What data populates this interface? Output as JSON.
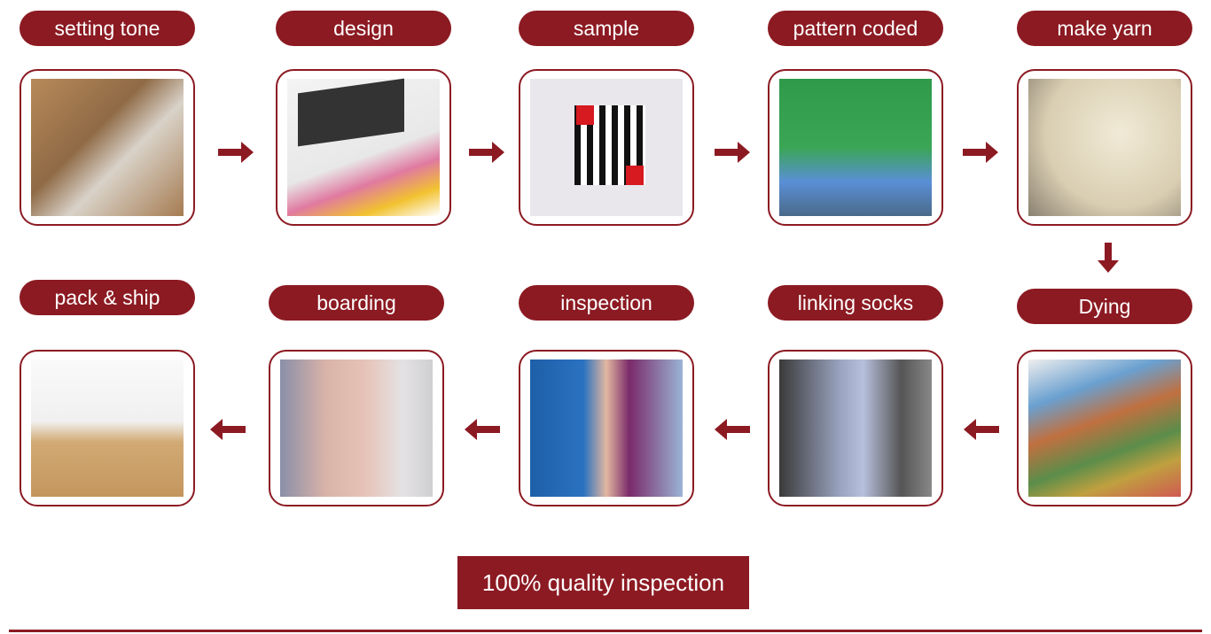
{
  "accent_color": "#8c1a22",
  "steps": [
    {
      "label": "setting tone",
      "image": "office-desk-photo"
    },
    {
      "label": "design",
      "image": "laptop-color-swatch-photo"
    },
    {
      "label": "sample",
      "image": "striped-socks-illustration"
    },
    {
      "label": "pattern coded",
      "image": "pattern-screen-photo"
    },
    {
      "label": "make yarn",
      "image": "yarn-skeins-photo"
    },
    {
      "label": "Dying",
      "image": "color-fan-photo"
    },
    {
      "label": "linking socks",
      "image": "linking-machine-photo"
    },
    {
      "label": "inspection",
      "image": "sock-inspection-photo"
    },
    {
      "label": "boarding",
      "image": "sock-boarding-photo"
    },
    {
      "label": "pack & ship",
      "image": "delivery-boxes-photo"
    }
  ],
  "footer": {
    "label": "100% quality inspection"
  }
}
